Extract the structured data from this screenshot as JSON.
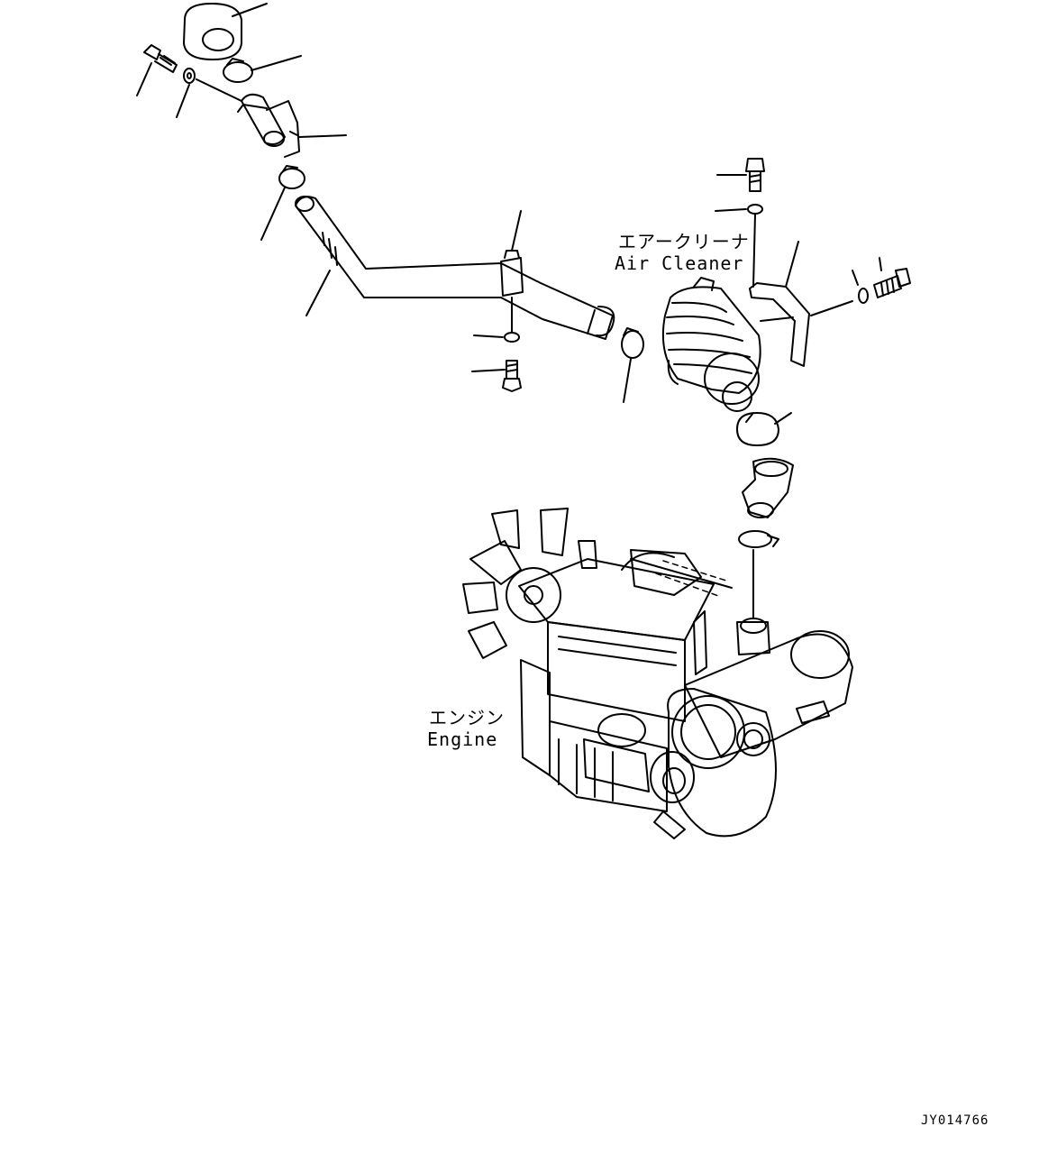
{
  "labels": {
    "air_cleaner_jp": "エアークリーナ",
    "air_cleaner_en": "Air Cleaner",
    "engine_jp": "エンジン",
    "engine_en": "Engine",
    "drawing_number": "JY014766"
  },
  "colors": {
    "line": "#000000",
    "background": "#ffffff"
  }
}
